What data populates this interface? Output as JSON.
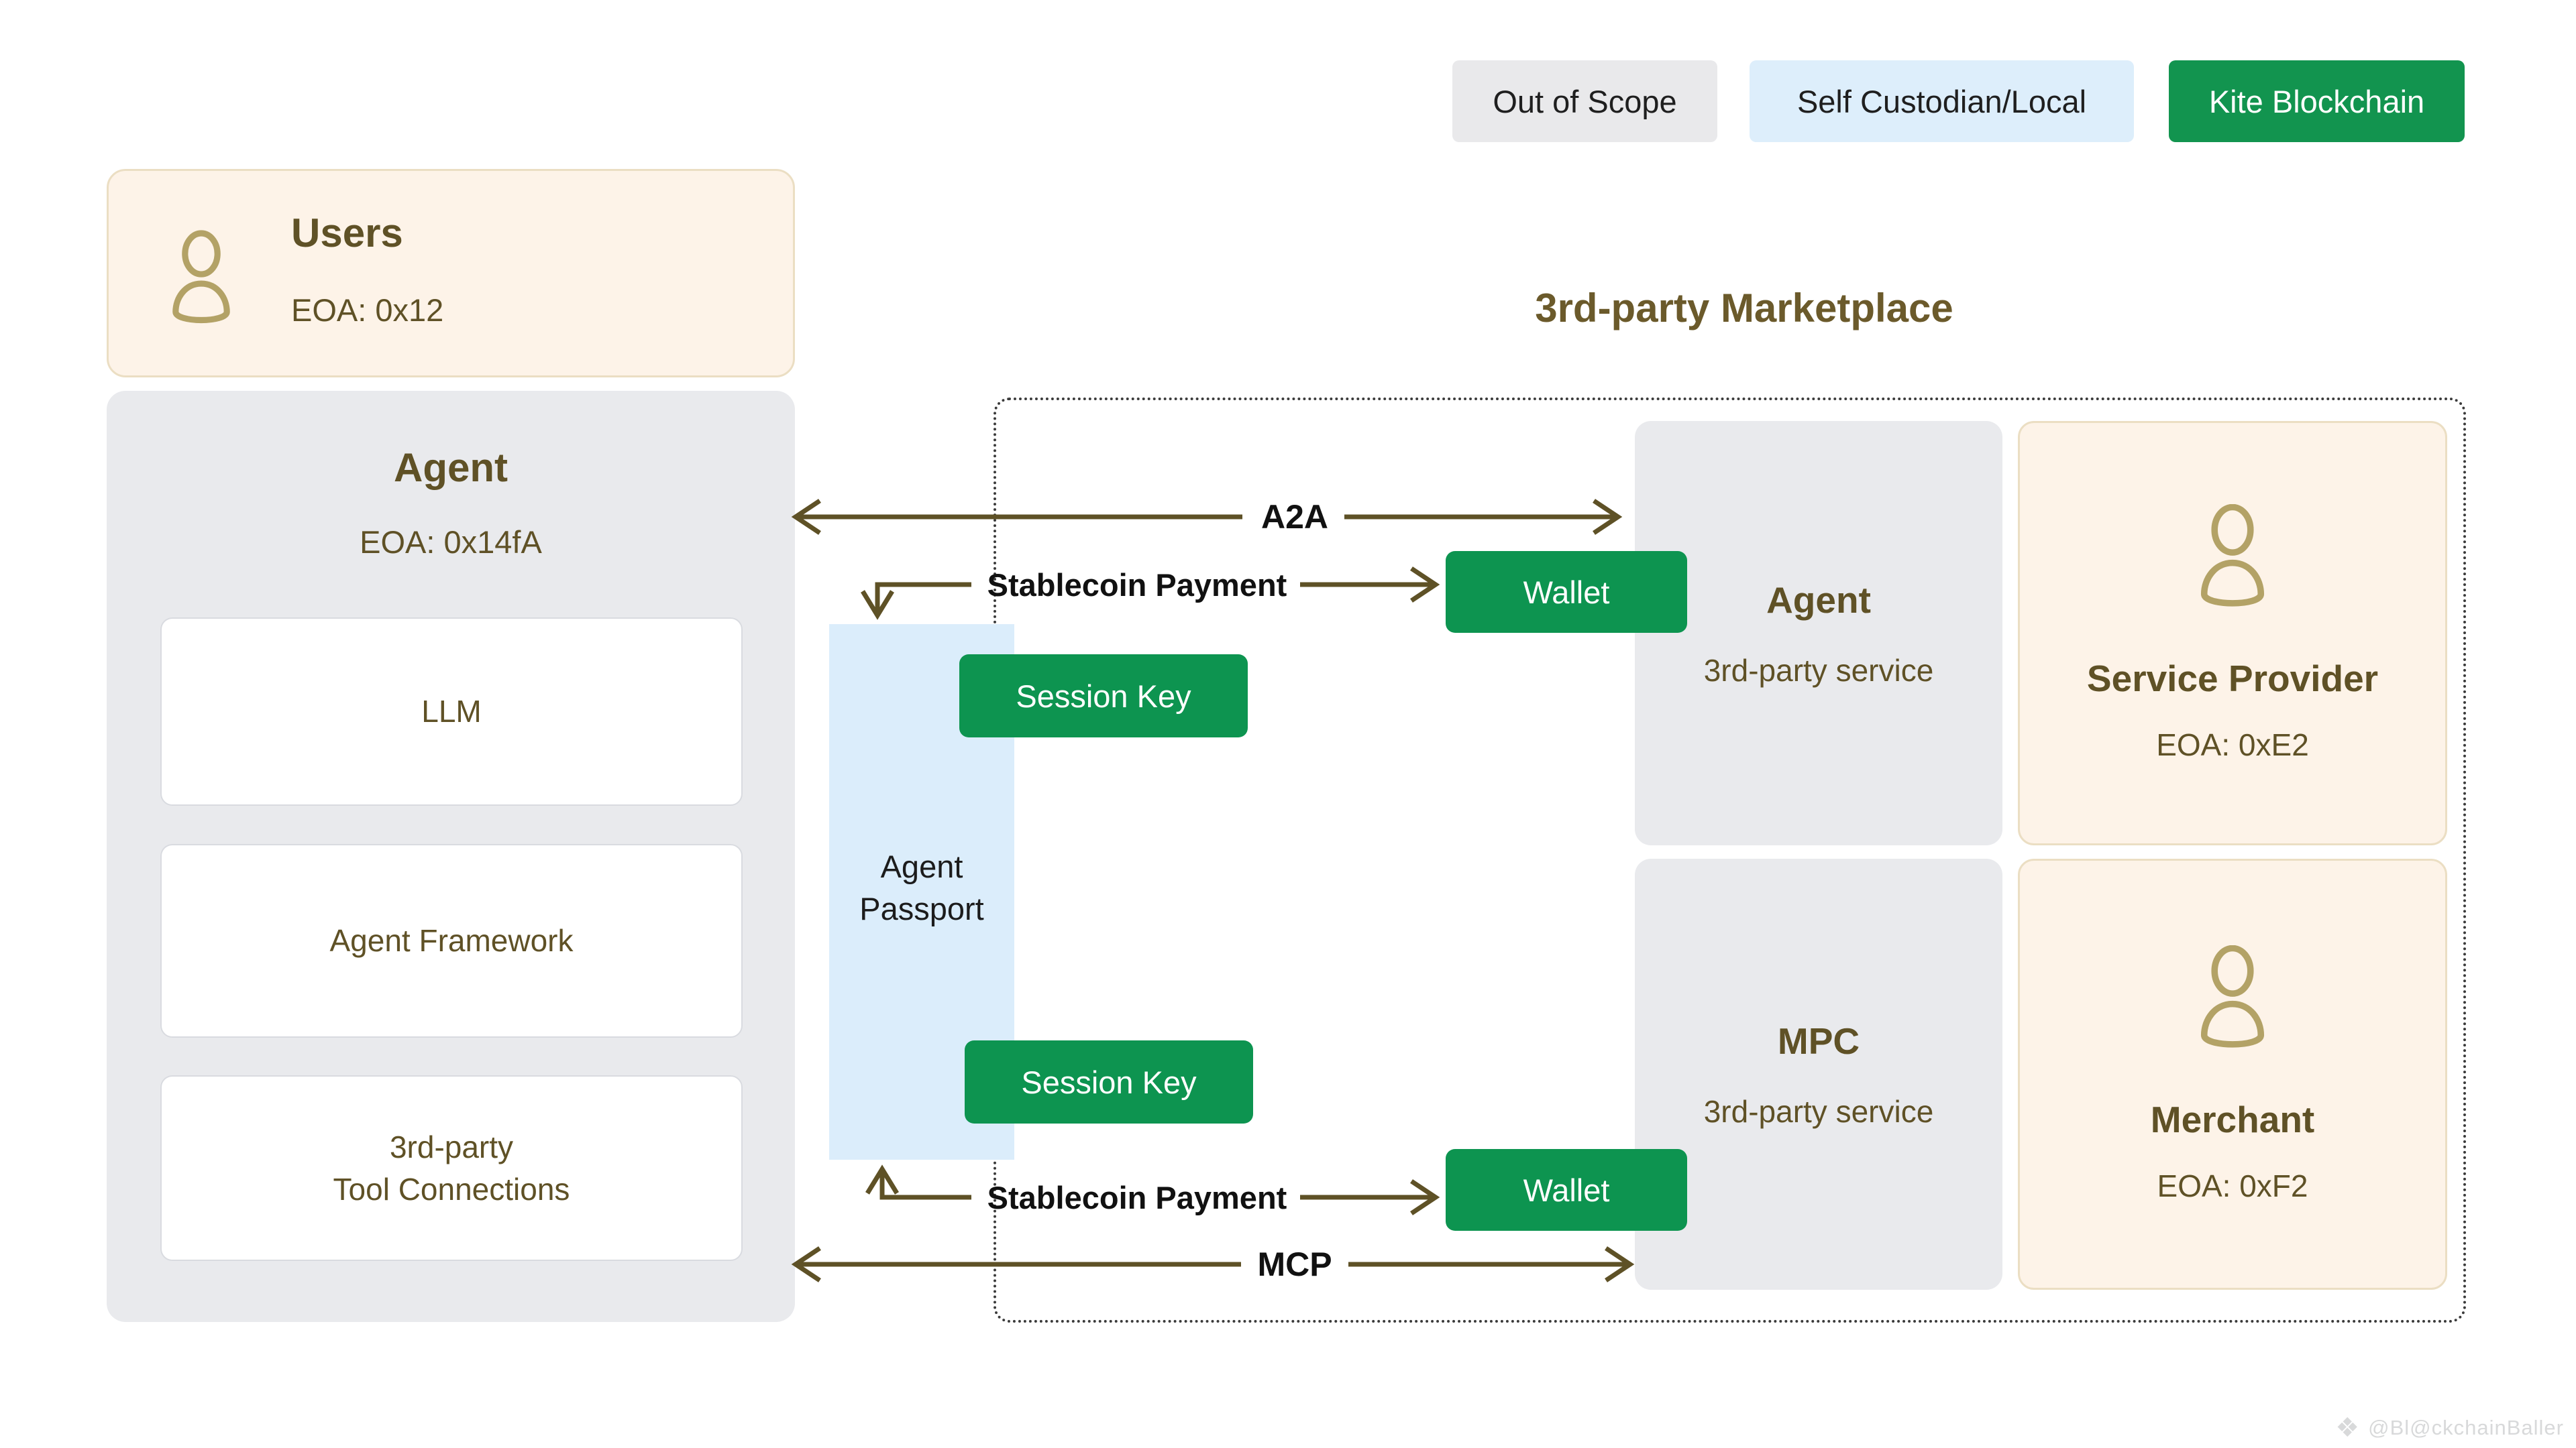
{
  "legend": {
    "out_of_scope": "Out of Scope",
    "self_custodian": "Self Custodian/Local",
    "kite_blockchain": "Kite Blockchain"
  },
  "users_box": {
    "title": "Users",
    "eoa": "EOA: 0x12"
  },
  "agent_box": {
    "title": "Agent",
    "eoa": "EOA: 0x14fA",
    "components": [
      "LLM",
      "Agent Framework",
      "3rd-party\nTool Connections"
    ]
  },
  "passport": {
    "label": "Agent\nPassport"
  },
  "buttons": {
    "session_key": "Session Key",
    "wallet": "Wallet"
  },
  "arrows": {
    "a2a": "A2A",
    "stablecoin": "Stablecoin Payment",
    "mcp": "MCP"
  },
  "marketplace": {
    "title": "3rd-party Marketplace",
    "agent": {
      "title": "Agent",
      "subtitle": "3rd-party service"
    },
    "service_provider": {
      "title": "Service Provider",
      "eoa": "EOA: 0xE2"
    },
    "mpc": {
      "title": "MPC",
      "subtitle": "3rd-party service"
    },
    "merchant": {
      "title": "Merchant",
      "eoa": "EOA: 0xF2"
    }
  },
  "watermark": "@Bl@ckchainBaller",
  "colors": {
    "green": "#0D9450",
    "legend_green": "#12944F",
    "legend_blue": "#DDEEFB",
    "legend_gray": "#E9E9EB",
    "passport_blue": "#DBEDFB",
    "cream": "#FDF3E8",
    "cream_border": "#EBDEC3",
    "box_gray": "#E9EAED",
    "olive_text": "#5F5126",
    "arrow_olive": "#5E5126",
    "dotted_border": "#3B3B3B"
  }
}
